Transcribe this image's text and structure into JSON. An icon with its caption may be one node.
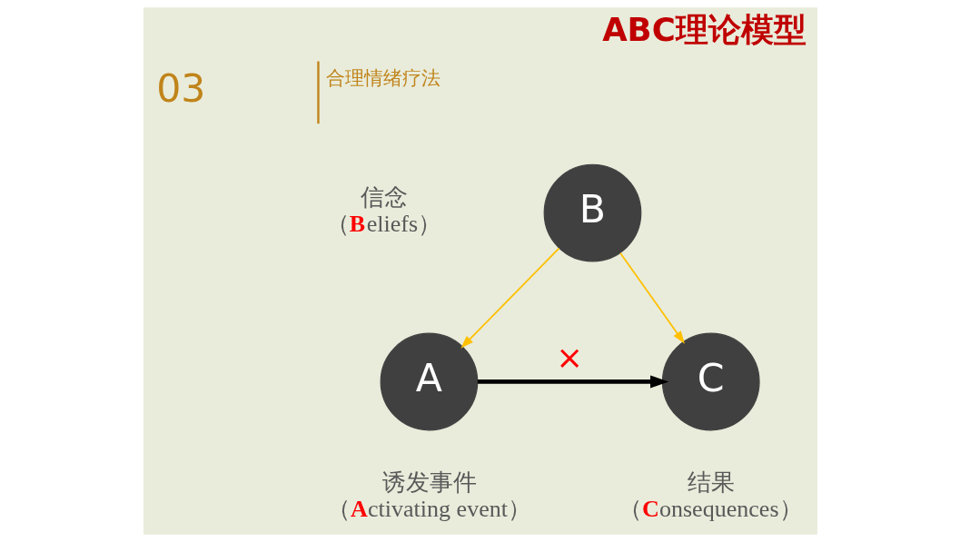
{
  "diagram": {
    "title": "ABC理论模型",
    "nodes": [
      {
        "text": [
          "B"
        ],
        "beside": [
          "信念",
          "（**B**eliefs）"
        ]
      },
      {
        "text": [
          "A"
        ],
        "beside": [
          "诱发事件",
          "（**A**ctivating event）"
        ]
      },
      {
        "text": [
          "C"
        ],
        "beside": [
          "结果",
          "（**C**onsequences）"
        ]
      }
    ],
    "edges": [
      {
        "from": 0,
        "to": 1,
        "arrow": "to"
      },
      {
        "from": 0,
        "to": 2,
        "arrow": "to"
      },
      {
        "from": 1,
        "to": 2,
        "arrow": "to",
        "label": "×",
        "color": "#000000",
        "style": "thick"
      }
    ],
    "labels": [
      "03",
      "合理情绪疗法"
    ]
  }
}
